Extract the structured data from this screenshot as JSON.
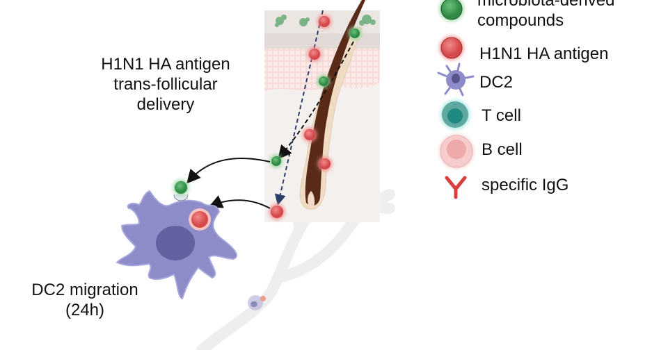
{
  "labels": {
    "delivery_line1": "H1N1 HA antigen",
    "delivery_line2": "trans-follicular",
    "delivery_line3": "delivery",
    "migration_line1": "DC2 migration",
    "migration_line2": "(24h)"
  },
  "legend": [
    {
      "icon": "green-compound-icon",
      "line1": "microbiota-derived",
      "line2": "compounds"
    },
    {
      "icon": "red-antigen-icon",
      "line1": "H1N1 HA antigen"
    },
    {
      "icon": "dendritic-cell-icon",
      "line1": "DC2"
    },
    {
      "icon": "t-cell-icon",
      "line1": "T cell"
    },
    {
      "icon": "b-cell-icon",
      "line1": "B cell"
    },
    {
      "icon": "antibody-icon",
      "line1": "specific IgG"
    }
  ],
  "colors": {
    "compound": "#3f9a4f",
    "antigen": "#e05a5a",
    "dc2": "#8d8cc8",
    "tcell": "#3a9a90",
    "bcell": "#f2b8b8",
    "igg": "#d84040",
    "hair": "#5a2a18"
  }
}
